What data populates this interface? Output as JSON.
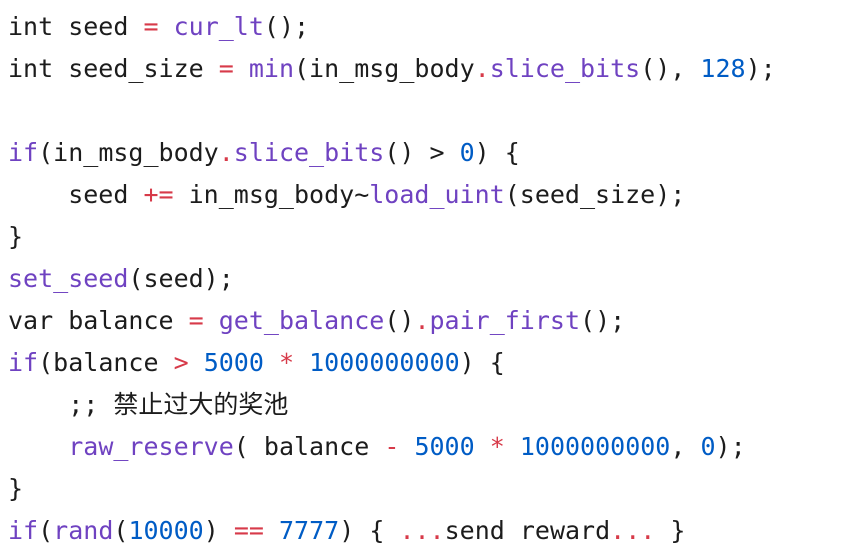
{
  "colors": {
    "plain": "#1c1c1c",
    "function": "#6f42c1",
    "keyword": "#6f42c1",
    "operator": "#d73a49",
    "number": "#005cc5",
    "comment": "#1c1c1c",
    "background": "#ffffff"
  },
  "code": {
    "lines": [
      [
        {
          "t": "int seed ",
          "c": "plain"
        },
        {
          "t": "=",
          "c": "operator"
        },
        {
          "t": " ",
          "c": "plain"
        },
        {
          "t": "cur_lt",
          "c": "function"
        },
        {
          "t": "();",
          "c": "plain"
        }
      ],
      [
        {
          "t": "int seed_size ",
          "c": "plain"
        },
        {
          "t": "=",
          "c": "operator"
        },
        {
          "t": " ",
          "c": "plain"
        },
        {
          "t": "min",
          "c": "function"
        },
        {
          "t": "(in_msg_body",
          "c": "plain"
        },
        {
          "t": ".",
          "c": "operator"
        },
        {
          "t": "slice_bits",
          "c": "function"
        },
        {
          "t": "(), ",
          "c": "plain"
        },
        {
          "t": "128",
          "c": "number"
        },
        {
          "t": ");",
          "c": "plain"
        }
      ],
      [],
      [
        {
          "t": "if",
          "c": "keyword"
        },
        {
          "t": "(in_msg_body",
          "c": "plain"
        },
        {
          "t": ".",
          "c": "operator"
        },
        {
          "t": "slice_bits",
          "c": "function"
        },
        {
          "t": "() > ",
          "c": "plain"
        },
        {
          "t": "0",
          "c": "number"
        },
        {
          "t": ") {",
          "c": "plain"
        }
      ],
      [
        {
          "t": "    seed ",
          "c": "plain"
        },
        {
          "t": "+=",
          "c": "operator"
        },
        {
          "t": " in_msg_body~",
          "c": "plain"
        },
        {
          "t": "load_uint",
          "c": "function"
        },
        {
          "t": "(seed_size);",
          "c": "plain"
        }
      ],
      [
        {
          "t": "}",
          "c": "plain"
        }
      ],
      [
        {
          "t": "set_seed",
          "c": "function"
        },
        {
          "t": "(seed);",
          "c": "plain"
        }
      ],
      [
        {
          "t": "var balance ",
          "c": "plain"
        },
        {
          "t": "=",
          "c": "operator"
        },
        {
          "t": " ",
          "c": "plain"
        },
        {
          "t": "get_balance",
          "c": "function"
        },
        {
          "t": "()",
          "c": "plain"
        },
        {
          "t": ".",
          "c": "operator"
        },
        {
          "t": "pair_first",
          "c": "function"
        },
        {
          "t": "();",
          "c": "plain"
        }
      ],
      [
        {
          "t": "if",
          "c": "keyword"
        },
        {
          "t": "(balance ",
          "c": "plain"
        },
        {
          "t": ">",
          "c": "operator"
        },
        {
          "t": " ",
          "c": "plain"
        },
        {
          "t": "5000",
          "c": "number"
        },
        {
          "t": " ",
          "c": "plain"
        },
        {
          "t": "*",
          "c": "operator"
        },
        {
          "t": " ",
          "c": "plain"
        },
        {
          "t": "1000000000",
          "c": "number"
        },
        {
          "t": ") {",
          "c": "plain"
        }
      ],
      [
        {
          "t": "    ;; 禁止过大的奖池",
          "c": "comment"
        }
      ],
      [
        {
          "t": "    ",
          "c": "plain"
        },
        {
          "t": "raw_reserve",
          "c": "function"
        },
        {
          "t": "( balance ",
          "c": "plain"
        },
        {
          "t": "-",
          "c": "operator"
        },
        {
          "t": " ",
          "c": "plain"
        },
        {
          "t": "5000",
          "c": "number"
        },
        {
          "t": " ",
          "c": "plain"
        },
        {
          "t": "*",
          "c": "operator"
        },
        {
          "t": " ",
          "c": "plain"
        },
        {
          "t": "1000000000",
          "c": "number"
        },
        {
          "t": ", ",
          "c": "plain"
        },
        {
          "t": "0",
          "c": "number"
        },
        {
          "t": ");",
          "c": "plain"
        }
      ],
      [
        {
          "t": "}",
          "c": "plain"
        }
      ],
      [
        {
          "t": "if",
          "c": "keyword"
        },
        {
          "t": "(",
          "c": "plain"
        },
        {
          "t": "rand",
          "c": "function"
        },
        {
          "t": "(",
          "c": "plain"
        },
        {
          "t": "10000",
          "c": "number"
        },
        {
          "t": ") ",
          "c": "plain"
        },
        {
          "t": "==",
          "c": "operator"
        },
        {
          "t": " ",
          "c": "plain"
        },
        {
          "t": "7777",
          "c": "number"
        },
        {
          "t": ") { ",
          "c": "plain"
        },
        {
          "t": "...",
          "c": "operator"
        },
        {
          "t": "send reward",
          "c": "plain"
        },
        {
          "t": "...",
          "c": "operator"
        },
        {
          "t": " }",
          "c": "plain"
        }
      ]
    ]
  }
}
